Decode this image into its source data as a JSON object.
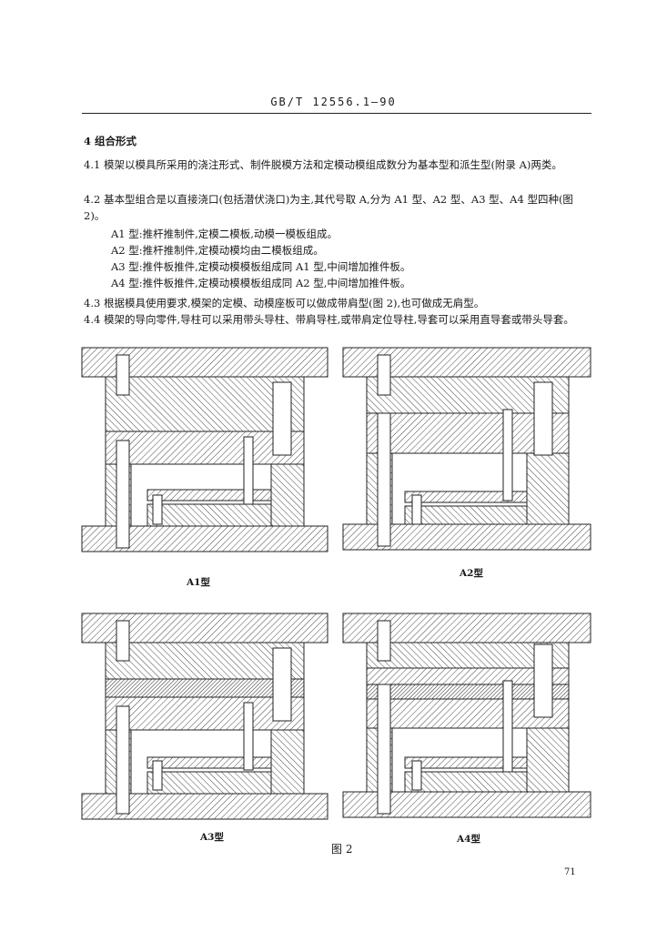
{
  "header": {
    "standard": "GB/T 12556.1—90"
  },
  "section": {
    "title": "4  组合形式"
  },
  "paragraphs": {
    "p41": "4.1  模架以模具所采用的浇注形式、制件脱模方法和定模动模组成数分为基本型和派生型(附录 A)两类。",
    "p42": "4.2  基本型组合是以直接浇口(包括潜伏浇口)为主,其代号取 A,分为 A1 型、A2 型、A3 型、A4 型四种(图 2)。",
    "p43": "4.3  根据模具使用要求,模架的定模、动模座板可以做成带肩型(图 2),也可做成无肩型。",
    "p44": "4.4  模架的导向零件,导柱可以采用带头导柱、带肩导柱,或带肩定位导柱,导套可以采用直导套或带头导套。"
  },
  "types": [
    "A1 型:推杆推制件,定模二模板,动模一模板组成。",
    "A2 型:推杆推制件,定模动模均由二模板组成。",
    "A3 型:推件板推件,定模动模模板组成同 A1 型,中间增加推件板。",
    "A4 型:推件板推件,定模动模模板组成同 A2 型,中间增加推件板。"
  ],
  "figures": {
    "a1_label": "A1型",
    "a2_label": "A2型",
    "a3_label": "A3型",
    "a4_label": "A4型",
    "caption": "图 2"
  },
  "page_number": "71"
}
